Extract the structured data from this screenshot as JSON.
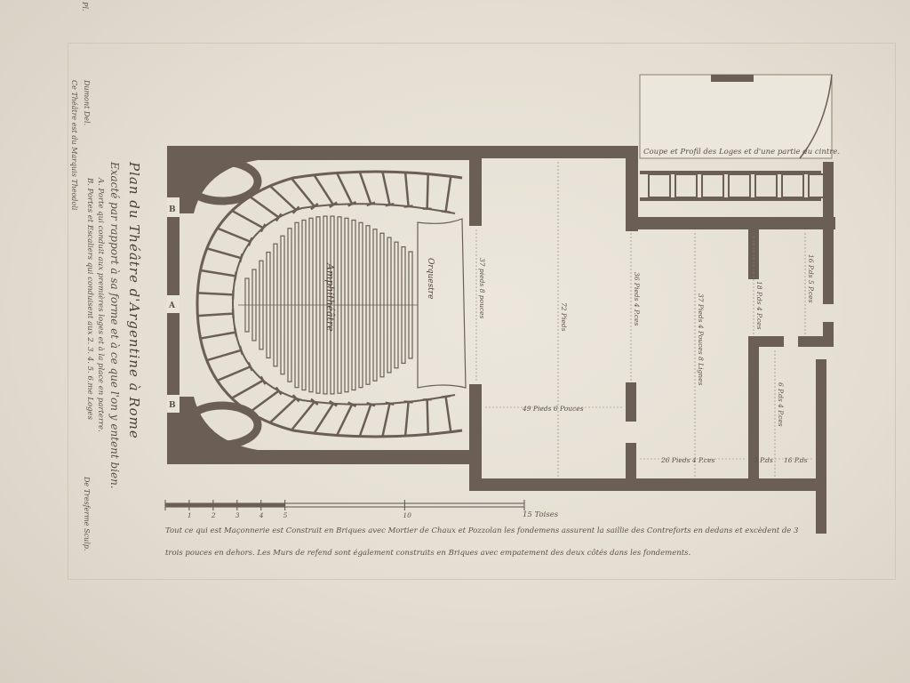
{
  "title": "Plan du Théâtre d'Argentine à Rome",
  "subtitle": "Exacté par rapport à sa forme et à ce que l'on y entent bien.",
  "legend": {
    "a": "A. Porte qui conduit aux premières loges et à la place en parterre.",
    "b": "B. Portes et Escaliers qui conduisent aux 2. 3. 4. 5. 6.me Loges"
  },
  "credits": {
    "left": "Dumont Del.",
    "left2": "Ce Théâtre est du Marquis Theodoli",
    "right": "De Tresferme Sculp.",
    "corner": "Pl."
  },
  "notes": {
    "line1": "Tout ce qui est Maçonnerie est Construit en Briques avec Mortier de Chaux et Pozzolan les fondemens assurent la saillie des Contreforts en dedans et excèdent de 3",
    "line2": "trois pouces en dehors. Les Murs de refend sont également construits en Briques avec empatement des deux côtés dans les fondements."
  },
  "scale": {
    "ticks": [
      "1",
      "2",
      "3",
      "4",
      "5",
      "10"
    ],
    "end_label": "15 Toises"
  },
  "section_label": "Coupe et Profil des Loges et d'une partie du cintre.",
  "plan_labels": {
    "amphitheatre": "Amphithéâtre",
    "orchestre": "Orquestre",
    "door_a": "A",
    "door_b": "B"
  },
  "dimensions": {
    "d1": "37 pieds 8 pouces",
    "d2": "49 Pieds 6 Pouces",
    "d3": "72 Pieds",
    "d4": "36 Pieds 4 P.ces",
    "d5": "37 Pieds 4 Pouces 8 Lignes",
    "d6": "26 Pieds 4 P.ces",
    "d7": "18 P.ds 4 P.ces",
    "d8": "16 P.ds 5 P.ces",
    "d9": "6 P.ds 4 P.ces",
    "d10": "7 P.ds",
    "d11": "16 P.ds"
  },
  "colors": {
    "wall": "#6b5f55",
    "ink": "#5a5048",
    "paper": "#e9e4da"
  }
}
